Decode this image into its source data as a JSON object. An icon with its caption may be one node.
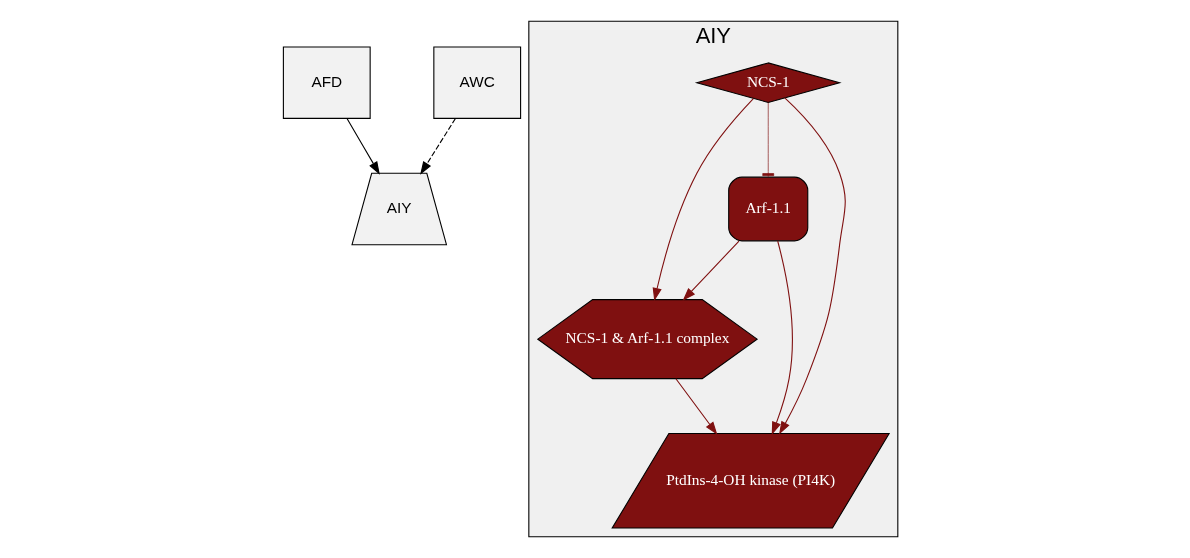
{
  "diagram": {
    "nodes": [
      {
        "text": [
          "AFD"
        ]
      },
      {
        "text": [
          "AWC"
        ]
      },
      {
        "text": [
          "AIY"
        ]
      },
      {
        "text": [
          "AIY"
        ]
      },
      {
        "text": [
          "NCS-1"
        ],
        "in": 3
      },
      {
        "text": [
          "NCS-1 & Arf-1.1 complex"
        ],
        "in": 3
      },
      {
        "text": [
          "Arf-1.1"
        ],
        "in": 3
      },
      {
        "text": [
          "PtdIns-4-OH kinase (PI4K)"
        ],
        "in": 3
      }
    ],
    "edges": [
      {
        "from": 0,
        "to": 2,
        "arrow": "to",
        "color": "#000000"
      },
      {
        "from": 1,
        "to": 2,
        "arrow": "to",
        "style": "dashed",
        "color": "#000000"
      },
      {
        "from": 4,
        "to": 5,
        "arrow": "to"
      },
      {
        "from": 4,
        "to": 7,
        "arrow": "to"
      },
      {
        "from": 4,
        "to": 6,
        "arrow": "other"
      },
      {
        "from": 6,
        "to": 5,
        "arrow": "to"
      },
      {
        "from": 5,
        "to": 7,
        "arrow": "to"
      },
      {
        "from": 6,
        "to": 7,
        "arrow": "to"
      }
    ]
  }
}
